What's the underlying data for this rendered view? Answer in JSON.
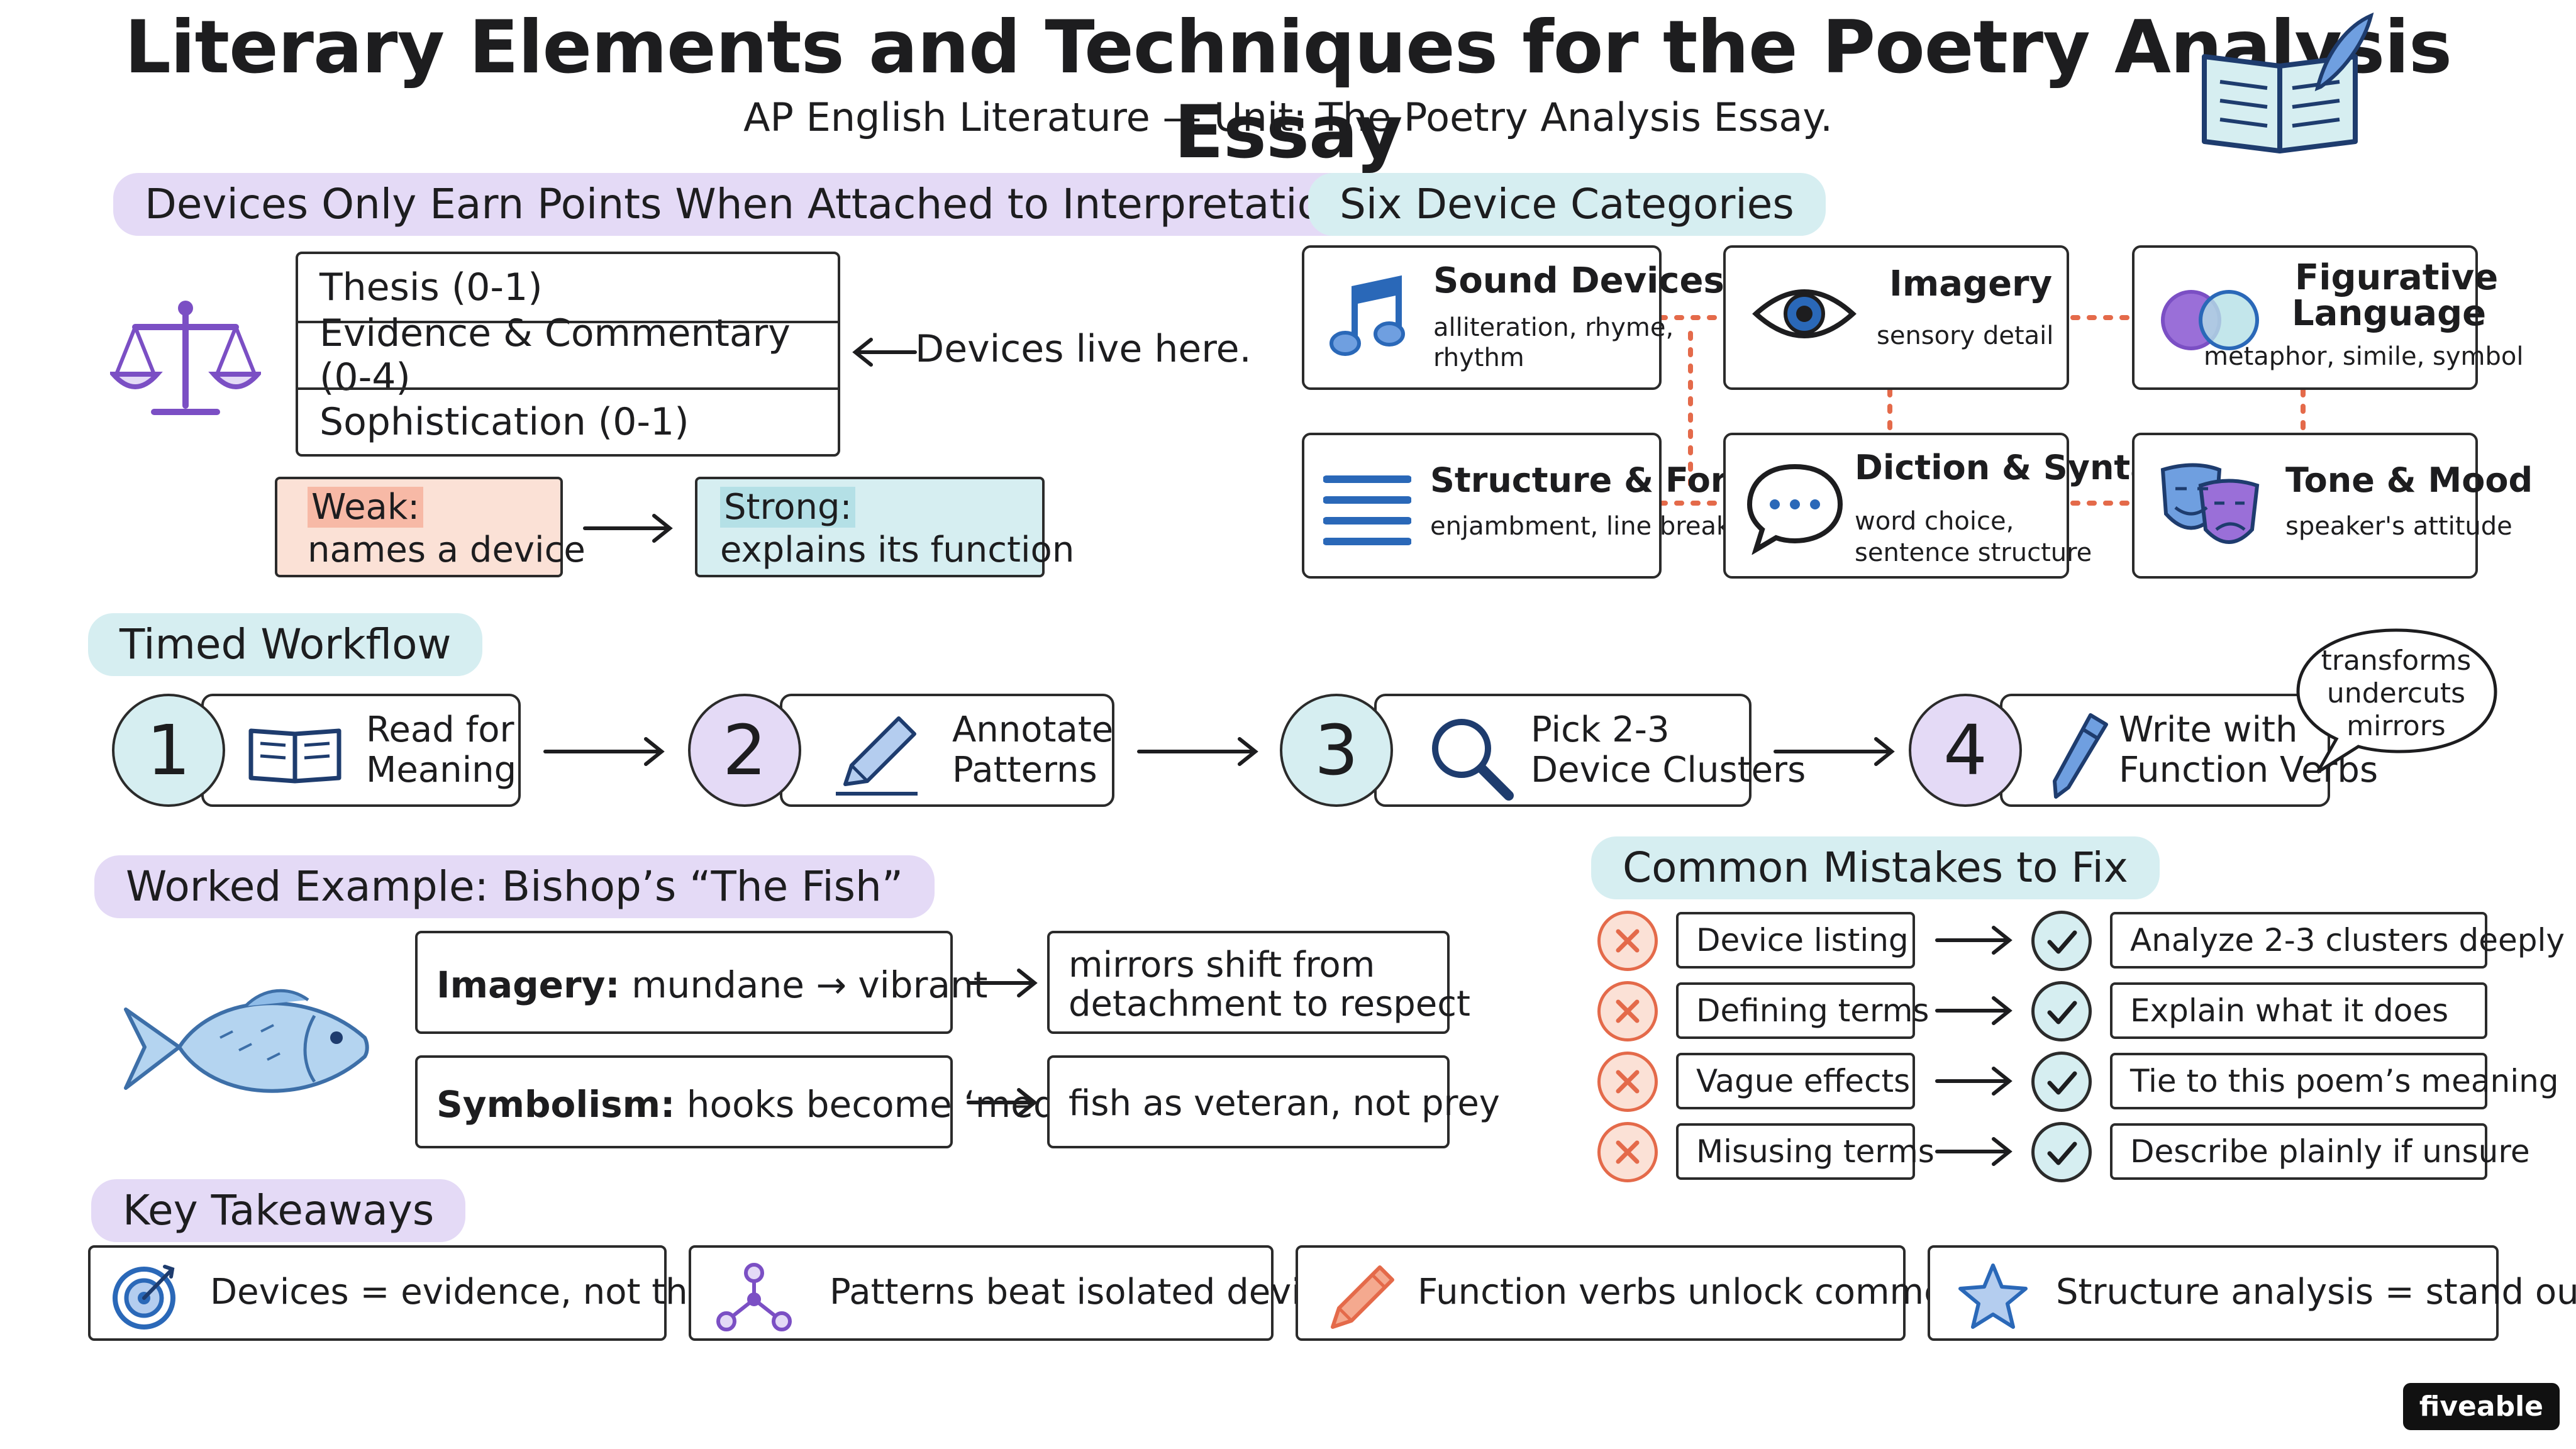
{
  "title": "Literary Elements and Techniques for the Poetry Analysis Essay",
  "subtitle": "AP English Literature — Unit: The Poetry Analysis Essay.",
  "scoring": {
    "heading": "Devices Only Earn Points When Attached to Interpretation",
    "rows": [
      "Thesis (0-1)",
      "Evidence & Commentary (0-4)",
      "Sophistication (0-1)"
    ],
    "pointer_note": "Devices live here.",
    "weak_label": "Weak:",
    "weak_text": "names a device",
    "strong_label": "Strong:",
    "strong_text": "explains its function"
  },
  "categories": {
    "heading": "Six Device Categories",
    "items": [
      {
        "title": "Sound Devices",
        "sub1": "alliteration, rhyme,",
        "sub2": "rhythm"
      },
      {
        "title": "Imagery",
        "sub1": "sensory detail",
        "sub2": ""
      },
      {
        "title": "Figurative",
        "title2": "Language",
        "sub1": "metaphor, simile, symbol"
      },
      {
        "title": "Structure & Form",
        "sub1": "enjambment, line breaks"
      },
      {
        "title": "Diction & Syntax",
        "sub1": "word choice,",
        "sub2": "sentence structure"
      },
      {
        "title": "Tone & Mood",
        "sub1": "speaker's attitude"
      }
    ]
  },
  "workflow": {
    "heading": "Timed Workflow",
    "steps": [
      {
        "num": "1",
        "line1": "Read for",
        "line2": "Meaning"
      },
      {
        "num": "2",
        "line1": "Annotate",
        "line2": "Patterns"
      },
      {
        "num": "3",
        "line1": "Pick 2-3",
        "line2": "Device Clusters"
      },
      {
        "num": "4",
        "line1": "Write with",
        "line2": "Function Verbs"
      }
    ],
    "bubble": [
      "transforms",
      "undercuts",
      "mirrors"
    ]
  },
  "example": {
    "heading": "Worked Example: Bishop’s “The Fish”",
    "rows": [
      {
        "term": "Imagery:",
        "detail": "mundane → vibrant",
        "result1": "mirrors shift from",
        "result2": "detachment to respect"
      },
      {
        "term": "Symbolism:",
        "detail": "hooks become ‘medals’",
        "result1": "fish as veteran, not prey",
        "result2": ""
      }
    ]
  },
  "mistakes": {
    "heading": "Common Mistakes to Fix",
    "rows": [
      {
        "bad": "Device listing",
        "fix": "Analyze 2-3 clusters deeply"
      },
      {
        "bad": "Defining terms",
        "fix": "Explain what it does"
      },
      {
        "bad": "Vague effects",
        "fix": "Tie to this poem’s meaning"
      },
      {
        "bad": "Misusing terms",
        "fix": "Describe plainly if unsure"
      }
    ]
  },
  "takeaways": {
    "heading": "Key Takeaways",
    "items": [
      {
        "text": "Devices = evidence, not the point",
        "icon": "target-icon"
      },
      {
        "text": "Patterns beat isolated devices",
        "icon": "network-icon"
      },
      {
        "text": "Function verbs unlock commentary",
        "icon": "pencil-icon"
      },
      {
        "text": "Structure analysis = stand out",
        "icon": "star-icon"
      }
    ]
  },
  "brand": "fiveable",
  "colors": {
    "purple": "#e4daf6",
    "blue": "#d6eef1",
    "red": "#e46a4a",
    "accent_purple": "#7b4fc4",
    "accent_blue": "#2a68b8"
  }
}
